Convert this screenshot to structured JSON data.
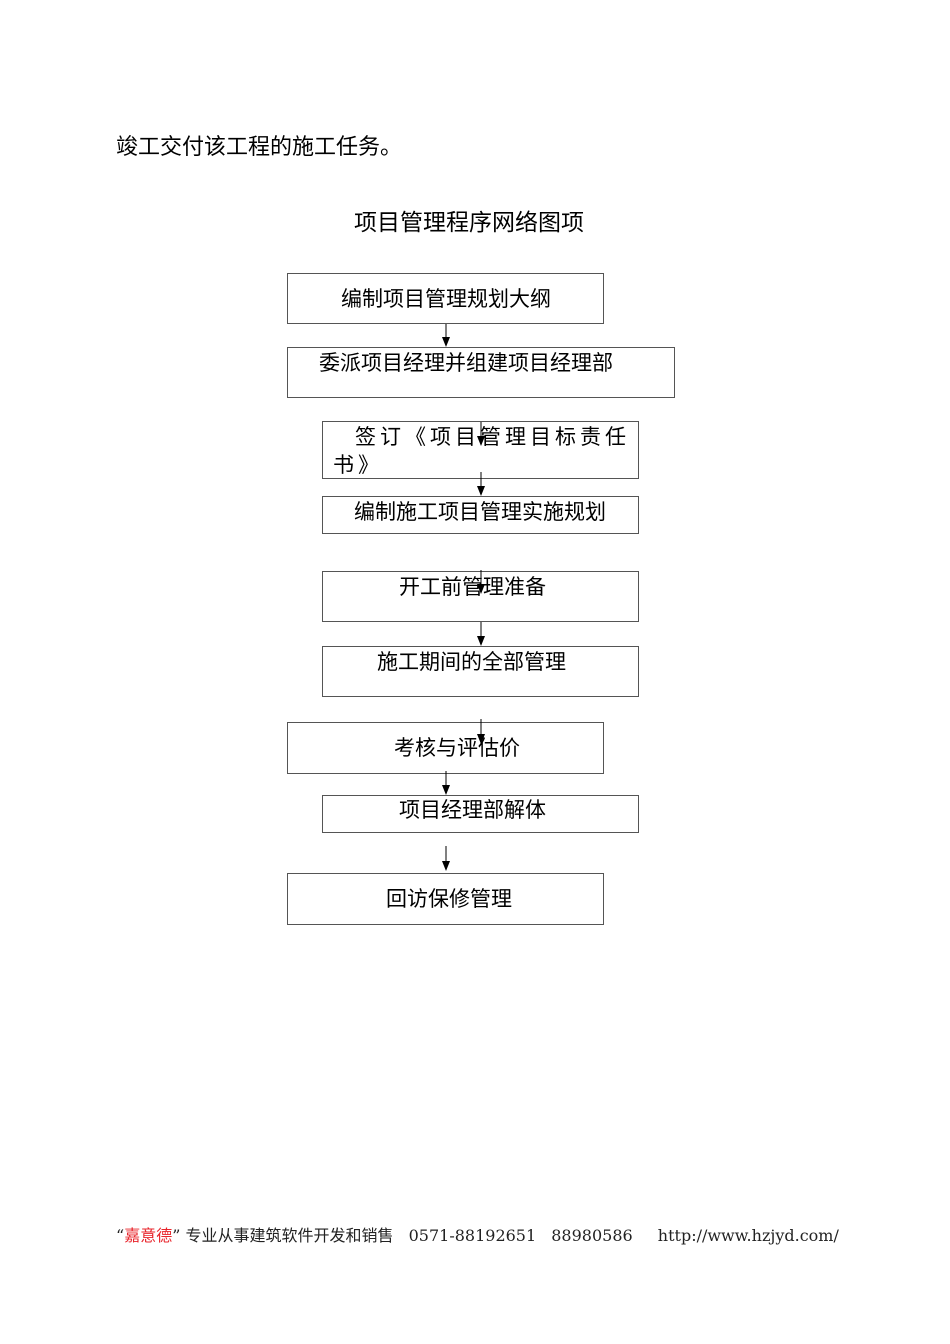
{
  "intro_text": "竣工交付该工程的施工任务。",
  "flowchart": {
    "title": "项目管理程序网络图项",
    "steps": [
      "编制项目管理规划大纲",
      "委派项目经理并组建项目经理部",
      "签订《项目管理目标责任书》",
      "编制施工项目管理实施规划",
      "开工前管理准备",
      "施工期间的全部管理",
      "考核与评估价",
      "项目经理部解体",
      "回访保修管理"
    ]
  },
  "footer": {
    "quote_open": "“",
    "brand": "嘉意德",
    "quote_close": "”",
    "tagline": "专业从事建筑软件开发和销售",
    "phone1": "0571-88192651",
    "phone2": "88980586",
    "url": "http://www.hzjyd.com/"
  }
}
